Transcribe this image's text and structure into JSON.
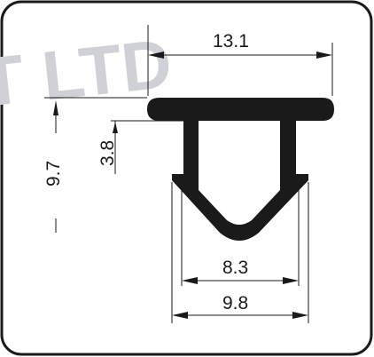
{
  "watermark": "T LTD",
  "colors": {
    "profile": "#1a1a1a",
    "frame": "#1a1a1a",
    "watermark": "#cfd1d6",
    "background": "#ffffff"
  },
  "dimensions": {
    "overall_width": "13.1",
    "overall_height": "9.7",
    "flange_height": "3.8",
    "inner_width": "8.3",
    "outer_width": "9.8"
  }
}
